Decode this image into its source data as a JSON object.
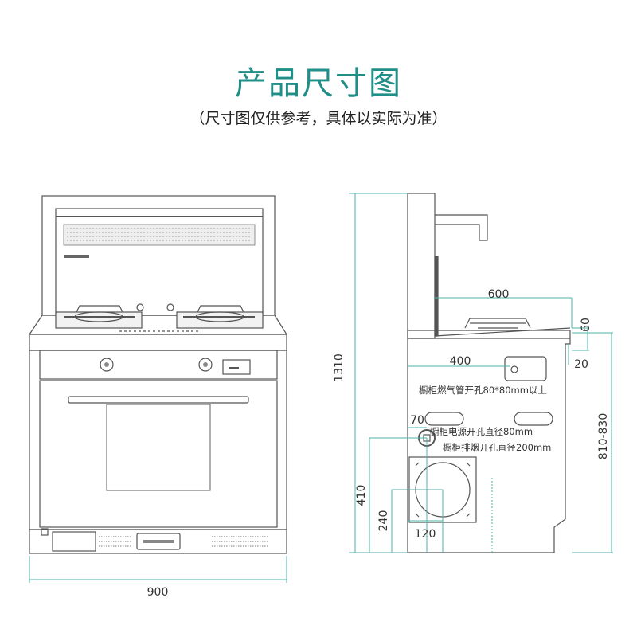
{
  "header": {
    "title": "产品尺寸图",
    "subtitle": "（尺寸图仅供参考，具体以实际为准）"
  },
  "colors": {
    "accent": "#1f8f88",
    "dimension_line": "#4fb3aa",
    "outline": "#555555"
  },
  "front_view": {
    "width_label": "900"
  },
  "side_view": {
    "height_label": "1310",
    "depth_label": "600",
    "top_gap_label": "60",
    "edge_label": "20",
    "right_height_label": "810-830",
    "gas_offset_label": "400",
    "gas_hole_note": "橱柜燃气管开孔80*80mm以上",
    "power_offset_label": "70",
    "power_hole_note": "橱柜电源开孔直径80mm",
    "exhaust_hole_note": "橱柜排烟开孔直径200mm",
    "exhaust_height_label": "410",
    "exhaust_center_label": "240",
    "exhaust_offset_label": "120"
  }
}
